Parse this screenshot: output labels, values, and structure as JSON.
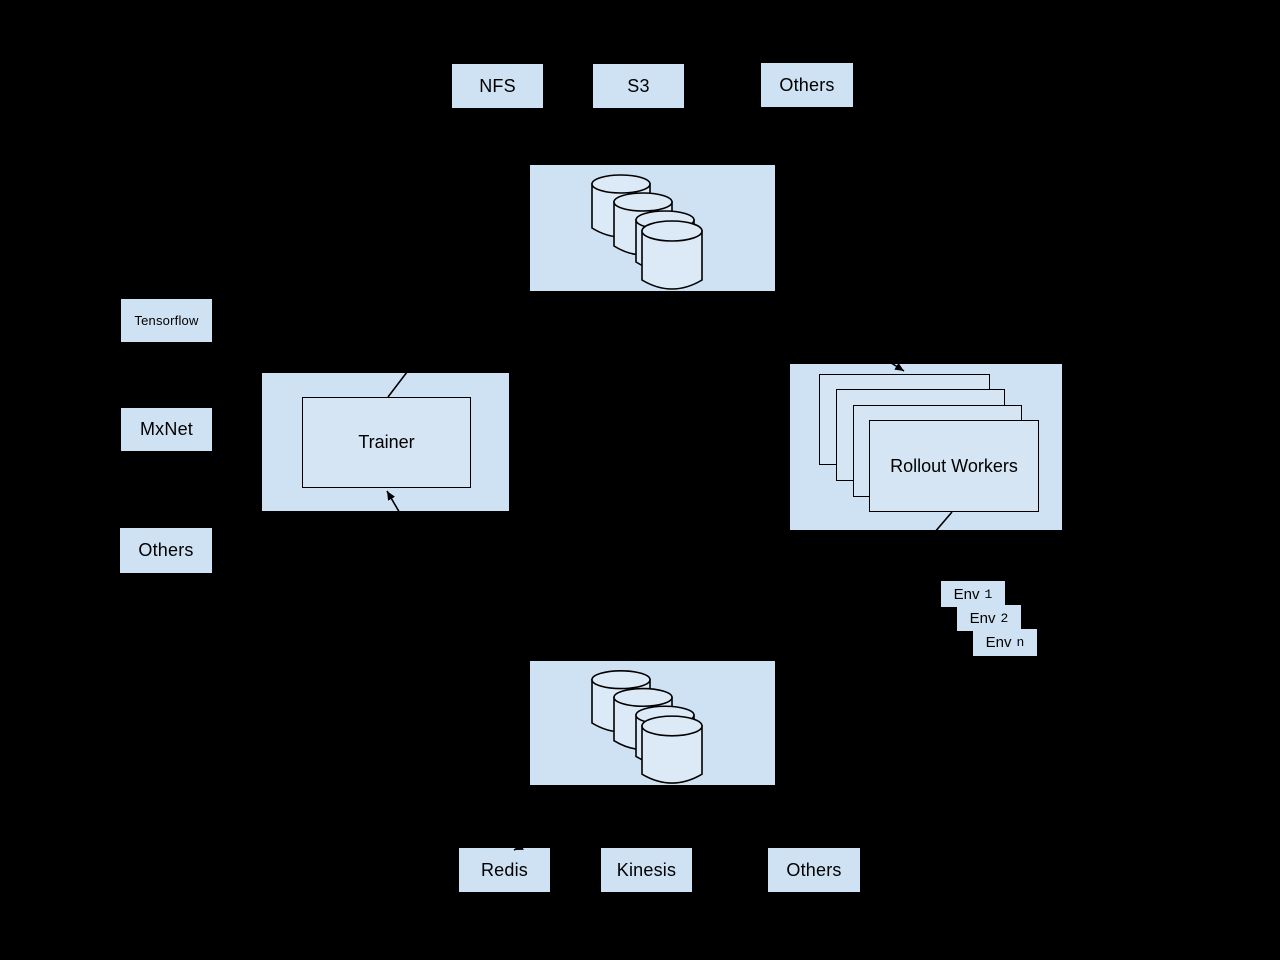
{
  "theme": {
    "background": "#000000",
    "box_fill": "#cfe2f3",
    "panel_fill": "#d5e5f4",
    "cylinder_fill": "#dce9f7",
    "line_color": "#000000"
  },
  "top_storage_row": {
    "nfs": "NFS",
    "s3": "S3",
    "others": "Others"
  },
  "top_database": {
    "icon": "database-cylinders-icon"
  },
  "framework_column": {
    "tensorflow": "Tensorflow",
    "mxnet": "MxNet",
    "others": "Others"
  },
  "trainer": {
    "label": "Trainer"
  },
  "rollout_workers": {
    "label": "Rollout Workers",
    "card_count": 4
  },
  "environments": {
    "items": [
      {
        "label": "Env",
        "index": "1"
      },
      {
        "label": "Env",
        "index": "2"
      },
      {
        "label": "Env",
        "index": "n"
      }
    ]
  },
  "bottom_database": {
    "icon": "database-cylinders-icon"
  },
  "bottom_storage_row": {
    "redis": "Redis",
    "kinesis": "Kinesis",
    "others": "Others"
  }
}
